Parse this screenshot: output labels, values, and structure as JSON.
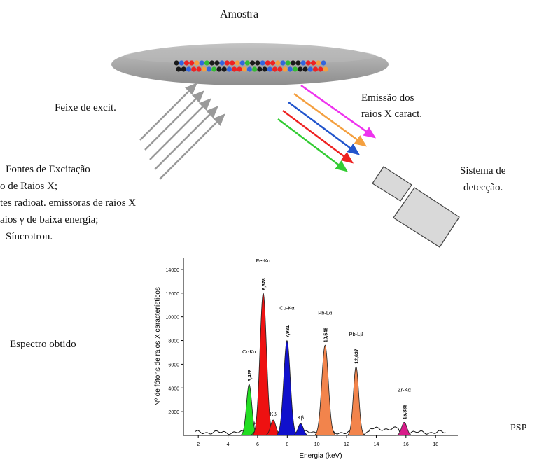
{
  "sample": {
    "label": "Amostra"
  },
  "beam": {
    "label": "Feixe de excit."
  },
  "emission": {
    "line1": "Emissão dos",
    "line2": "raios X caract."
  },
  "detector": {
    "line1": "Sistema de",
    "line2": "detecção."
  },
  "sources": {
    "title": "Fontes de  Excitação",
    "items": [
      "o de Raios X;",
      "tes radioat. emissoras de raios X",
      "aios γ de baixa energia;",
      "Síncrotron."
    ]
  },
  "spectrum_label": "Espectro obtido",
  "corner_label": "PSP",
  "colors": {
    "sample_disc": "#a9a9a9",
    "cr": "#22dd22",
    "fe": "#ee1111",
    "cu": "#1010cc",
    "pb": "#f2844c",
    "zr": "#d81b8a",
    "emission_rays": [
      "#ee33ee",
      "#f4a040",
      "#2255cc",
      "#ee2222",
      "#33cc33"
    ],
    "sample_dots": [
      "#1a1a1a",
      "#ee2222",
      "#33bb33",
      "#3366dd",
      "#f4a040",
      "#1a1a1a",
      "#ee2222",
      "#3366dd"
    ]
  },
  "chart_data": {
    "type": "line",
    "title": "",
    "xlabel": "Energia (keV)",
    "ylabel": "Nº de fótons de raios X característicos",
    "xlim": [
      1,
      19.5
    ],
    "ylim": [
      0,
      15000
    ],
    "xticks": [
      2,
      4,
      6,
      8,
      10,
      12,
      14,
      16,
      18
    ],
    "xtick_labels": [
      "2",
      "4",
      "6",
      "8",
      "10",
      "12",
      "14",
      "16",
      "18"
    ],
    "yticks": [
      2000,
      4000,
      6000,
      8000,
      10000,
      12000,
      14000
    ],
    "ytick_labels": [
      "2000",
      "4000",
      "6000",
      "8000",
      "10000",
      "12000",
      "14000"
    ],
    "peaks": [
      {
        "name": "Cr-Kα",
        "energy": 5.428,
        "height": 4300,
        "energy_label": "5,428",
        "color_key": "cr"
      },
      {
        "name": "Kβ",
        "energy": 5.95,
        "height": 500,
        "energy_label": "",
        "color_key": "cr"
      },
      {
        "name": "Fe-Kα",
        "energy": 6.378,
        "height": 12000,
        "energy_label": "6,378",
        "color_key": "fe"
      },
      {
        "name": "Kβ",
        "energy": 7.05,
        "height": 1300,
        "energy_label": "",
        "color_key": "fe"
      },
      {
        "name": "Cu-Kα",
        "energy": 7.981,
        "height": 8000,
        "energy_label": "7,981",
        "color_key": "cu"
      },
      {
        "name": "Kβ",
        "energy": 8.9,
        "height": 1000,
        "energy_label": "",
        "color_key": "cu"
      },
      {
        "name": "Pb-Lα",
        "energy": 10.548,
        "height": 7600,
        "energy_label": "10,548",
        "color_key": "pb"
      },
      {
        "name": "Pb-Lβ",
        "energy": 12.637,
        "height": 5800,
        "energy_label": "12,637",
        "color_key": "pb"
      },
      {
        "name": "Zr-Kα",
        "energy": 15.886,
        "height": 1100,
        "energy_label": "15,886",
        "color_key": "zr"
      }
    ]
  }
}
